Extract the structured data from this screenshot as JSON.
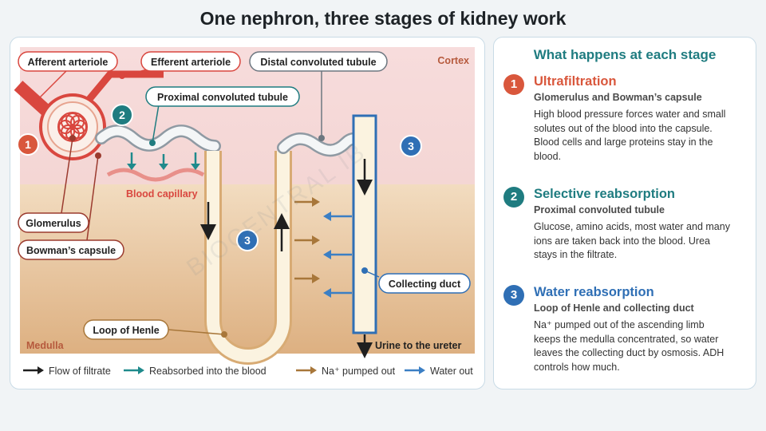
{
  "title": "One nephron, three stages of kidney work",
  "diagram": {
    "zones": {
      "cortex": "Cortex",
      "medulla": "Medulla"
    },
    "labels": {
      "afferent": "Afferent arteriole",
      "efferent": "Efferent arteriole",
      "distal": "Distal convoluted tubule",
      "proximal": "Proximal convoluted tubule",
      "capillary": "Blood capillary",
      "glomerulus": "Glomerulus",
      "bowmans": "Bowman’s capsule",
      "collecting": "Collecting duct",
      "loop": "Loop of Henle",
      "ureter": "Urine to the ureter"
    },
    "badges": [
      "1",
      "2",
      "3",
      "3"
    ],
    "legend": [
      {
        "label": "Flow of filtrate",
        "color": "#1f1f1f"
      },
      {
        "label": "Reabsorbed into the blood",
        "color": "#1f8a8c"
      },
      {
        "label": "Na⁺ pumped out",
        "color": "#a8773a"
      },
      {
        "label": "Water out",
        "color": "#3b7fc4"
      }
    ],
    "watermark": "BIOCENTRAL IB"
  },
  "side_panel": {
    "heading": "What happens at each stage",
    "stages": [
      {
        "num": "1",
        "name": "Ultrafiltration",
        "location": "Glomerulus and Bowman’s capsule",
        "text": "High blood pressure forces water and small solutes out of the blood into the capsule. Blood cells and large proteins stay in the blood.",
        "color": "#d9573c"
      },
      {
        "num": "2",
        "name": "Selective reabsorption",
        "location": "Proximal convoluted tubule",
        "text": "Glucose, amino acids, most water and many ions are taken back into the blood. Urea stays in the filtrate.",
        "color": "#1f7c80"
      },
      {
        "num": "3",
        "name": "Water reabsorption",
        "location": "Loop of Henle and collecting duct",
        "text": "Na⁺ pumped out of the ascending limb keeps the medulla concentrated, so water leaves the collecting duct by osmosis. ADH controls how much.",
        "color": "#2f6fb5"
      }
    ]
  }
}
